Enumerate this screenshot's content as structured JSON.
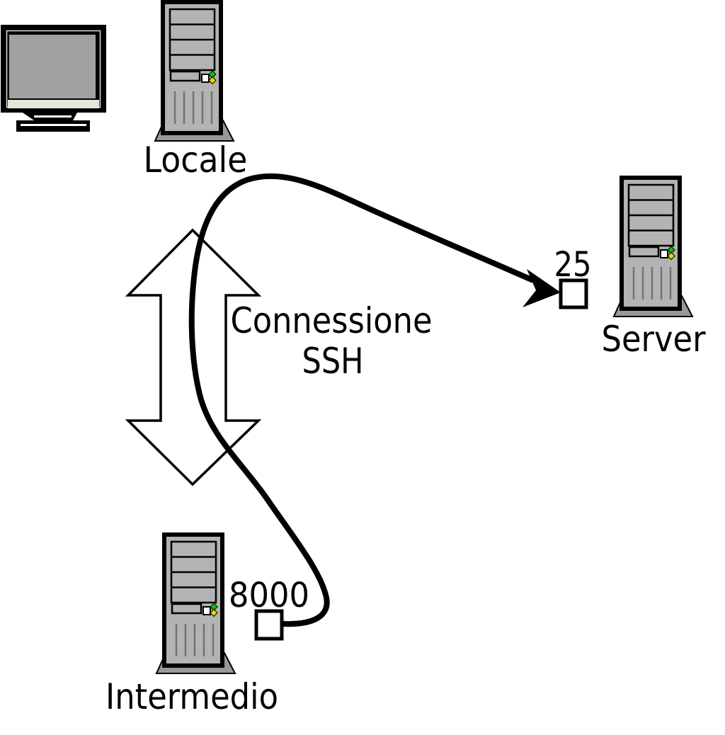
{
  "diagram": {
    "type": "network-diagram",
    "background_color": "#ffffff",
    "nodes": {
      "local": {
        "label": "Locale",
        "icon": "tower-computer-icon"
      },
      "server": {
        "label": "Server",
        "port": "25",
        "icon": "tower-computer-icon"
      },
      "intermediate": {
        "label": "Intermedio",
        "port": "8000",
        "icon": "tower-computer-icon"
      }
    },
    "connection": {
      "line1": "Connessione",
      "line2": "SSH",
      "arrow": "double-headed-vertical-arrow"
    },
    "tunnel": {
      "description_icon": "curved-arrow",
      "from": "Locale",
      "to_port": "25",
      "via_port": "8000"
    },
    "icons": [
      "crt-monitor-icon",
      "tower-computer-icon",
      "double-arrow-icon",
      "curved-arrowhead-icon",
      "port-box"
    ],
    "colors": {
      "outline": "#000000",
      "tower_panel": "#b3b3b3",
      "tower_base": "#999999",
      "monitor_screen": "#a1a1a1",
      "monitor_strip": "#e6e6dc",
      "led_green": "#00c800",
      "led_yellow": "#e6d800",
      "vent_line": "#737373",
      "port_fill": "#ffffff",
      "arrow_fill": "#ffffff"
    }
  }
}
